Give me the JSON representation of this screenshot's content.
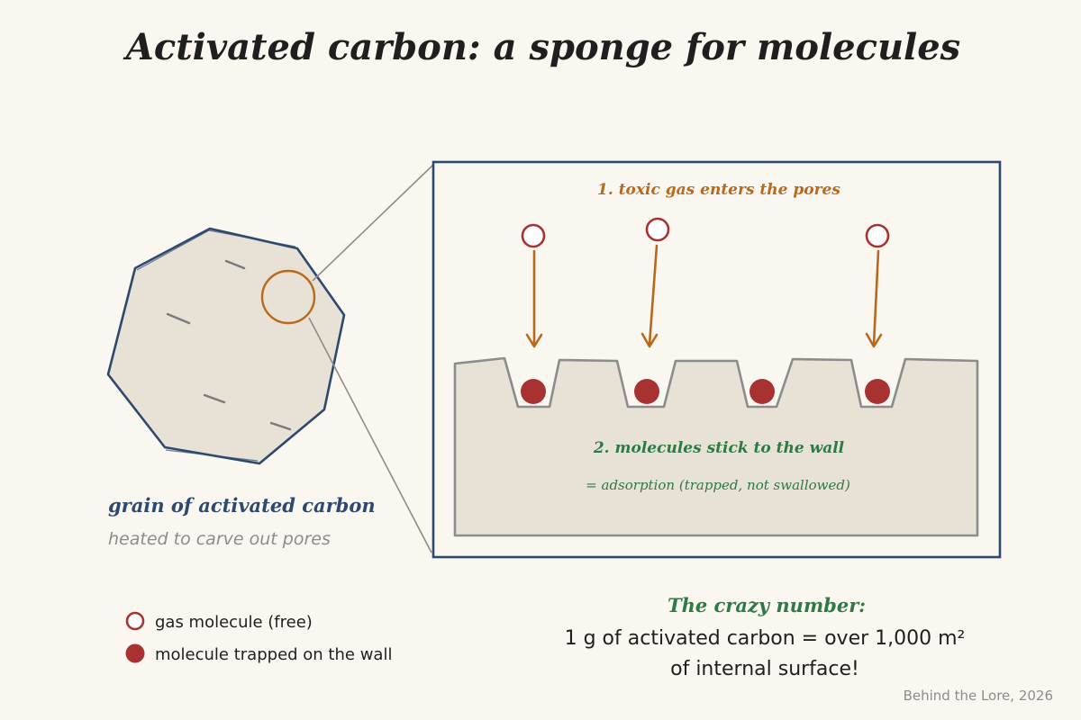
{
  "title": "Activated carbon: a sponge for molecules",
  "grain": {
    "label": "grain of activated carbon",
    "sublabel": "heated to carve out pores"
  },
  "zoom": {
    "step1": "1. toxic gas enters the pores",
    "step2": "2. molecules stick to the wall",
    "step2_note": "= adsorption (trapped, not swallowed)"
  },
  "legend": {
    "free": "gas molecule (free)",
    "trapped": "molecule trapped on the wall"
  },
  "fact": {
    "heading": "The crazy number:",
    "line1": "1 g of activated carbon = over 1,000 m²",
    "line2": "of internal surface!"
  },
  "credit": "Behind the Lore, 2026",
  "colors": {
    "navy": "#2d4a6e",
    "orange": "#b8691c",
    "red": "#a83232",
    "green": "#2e7a45",
    "gray": "#8c8c8c",
    "fill": "#e8e1d5",
    "background": "#faf7f1"
  },
  "icons": {
    "free_molecule": "hollow-red-circle",
    "trapped_molecule": "filled-red-circle",
    "flow": "down-arrow"
  }
}
